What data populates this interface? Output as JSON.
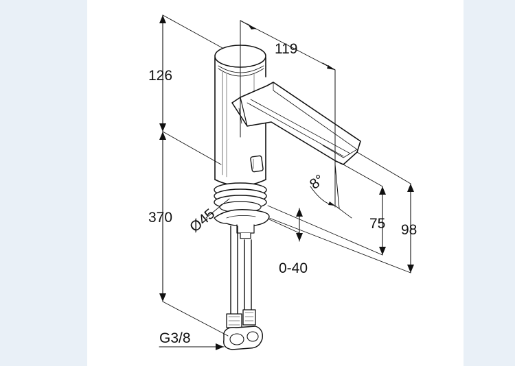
{
  "drawing": {
    "labels": {
      "height_top": "126",
      "width_spout": "119",
      "angle": "8°",
      "height_lower": "370",
      "diameter": "Ø45",
      "spout_height": "75",
      "total_projection": "98",
      "counter_range": "0-40",
      "thread": "G3/8"
    }
  },
  "colors": {
    "background": "#e9f0f7",
    "paper": "#ffffff",
    "line": "#111111"
  }
}
